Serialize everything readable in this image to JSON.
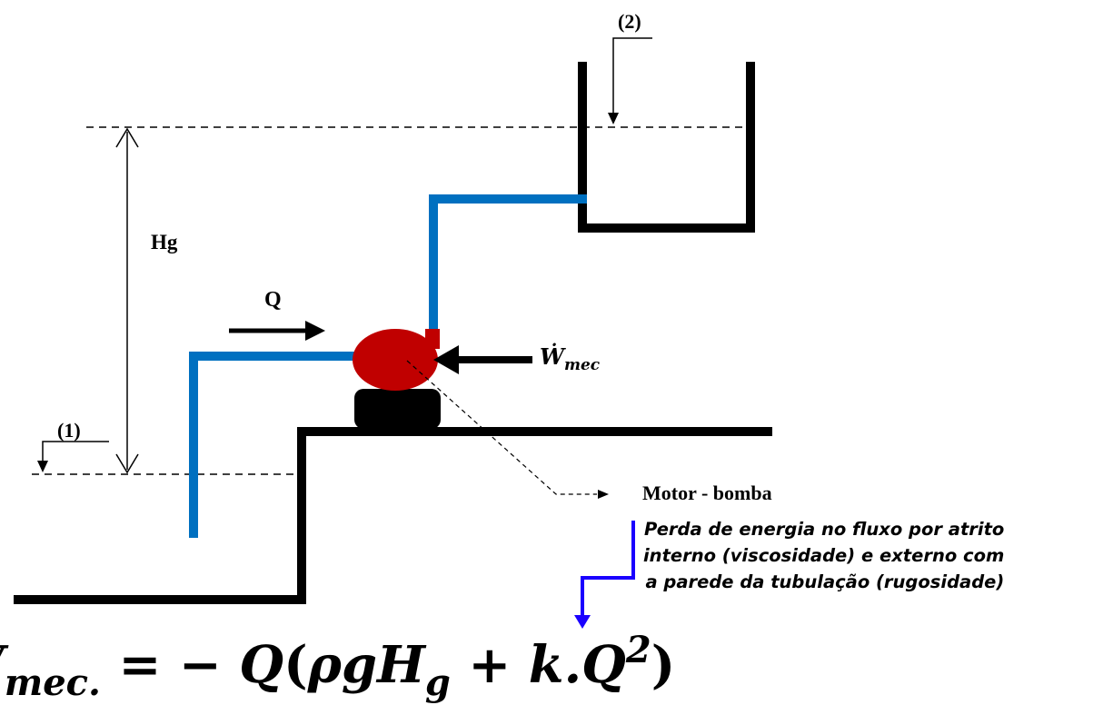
{
  "labels": {
    "point2": "(2)",
    "point1": "(1)",
    "hg": "Hg",
    "flow": "Q",
    "motor_pump": "Motor - bomba"
  },
  "power": {
    "symbol": "Ẇ",
    "subscript": "mec"
  },
  "note": {
    "lines": [
      "Perda de energia no fluxo por atrito",
      "interno (viscosidade) e externo com",
      "a parede da tubulação (rugosidade)"
    ]
  },
  "equation": {
    "lhs_base": "W",
    "lhs_sub": "mec.",
    "equals_minus": " = − ",
    "q": "Q",
    "open": "(",
    "rho_g_h": "ρgH",
    "h_sub": "g",
    "plus_k": " + k.",
    "q2": "Q",
    "q2_sup": "2",
    "close": ")"
  },
  "colors": {
    "pipe": "#0070C0",
    "pump": "#C00000",
    "motor": "#000000",
    "structure": "#000000",
    "note_arrow": "#1a00ff"
  }
}
